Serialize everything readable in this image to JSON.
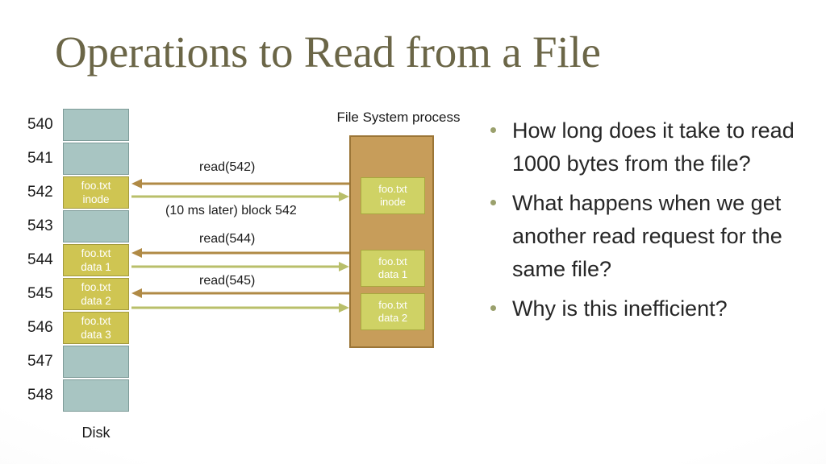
{
  "slide": {
    "title": "Operations to Read from a File",
    "title_color": "#6b6647",
    "background_color": "#ffffff"
  },
  "disk": {
    "label": "Disk",
    "free_block_color": "#a8c5c2",
    "used_block_color": "#cfc552",
    "blocks": [
      {
        "number": "540",
        "state": "free",
        "line1": "",
        "line2": ""
      },
      {
        "number": "541",
        "state": "free",
        "line1": "",
        "line2": ""
      },
      {
        "number": "542",
        "state": "used",
        "line1": "foo.txt",
        "line2": "inode"
      },
      {
        "number": "543",
        "state": "free",
        "line1": "",
        "line2": ""
      },
      {
        "number": "544",
        "state": "used",
        "line1": "foo.txt",
        "line2": "data 1"
      },
      {
        "number": "545",
        "state": "used",
        "line1": "foo.txt",
        "line2": "data 2"
      },
      {
        "number": "546",
        "state": "used",
        "line1": "foo.txt",
        "line2": "data 3"
      },
      {
        "number": "547",
        "state": "free",
        "line1": "",
        "line2": ""
      },
      {
        "number": "548",
        "state": "free",
        "line1": "",
        "line2": ""
      }
    ]
  },
  "file_system_process": {
    "title": "File System process",
    "box_color": "#c79d5a",
    "box_border_color": "#9b7536",
    "cached_block_color": "#cfd265",
    "cached_blocks": [
      {
        "line1": "foo.txt",
        "line2": "inode"
      },
      {
        "line1": "foo.txt",
        "line2": "data 1"
      },
      {
        "line1": "foo.txt",
        "line2": "data 2"
      }
    ]
  },
  "messages": {
    "request_arrow_color": "#b08a45",
    "response_arrow_color": "#b9bf6a",
    "exchanges": [
      {
        "request": "read(542)",
        "response": "(10 ms later) block 542"
      },
      {
        "request": "read(544)",
        "response": ""
      },
      {
        "request": "read(545)",
        "response": ""
      }
    ]
  },
  "bullets": {
    "marker_color": "#9aa06c",
    "items": [
      "How long does it take to read 1000 bytes from the file?",
      "What happens when we get another read request for the same file?",
      "Why is this inefficient?"
    ]
  }
}
